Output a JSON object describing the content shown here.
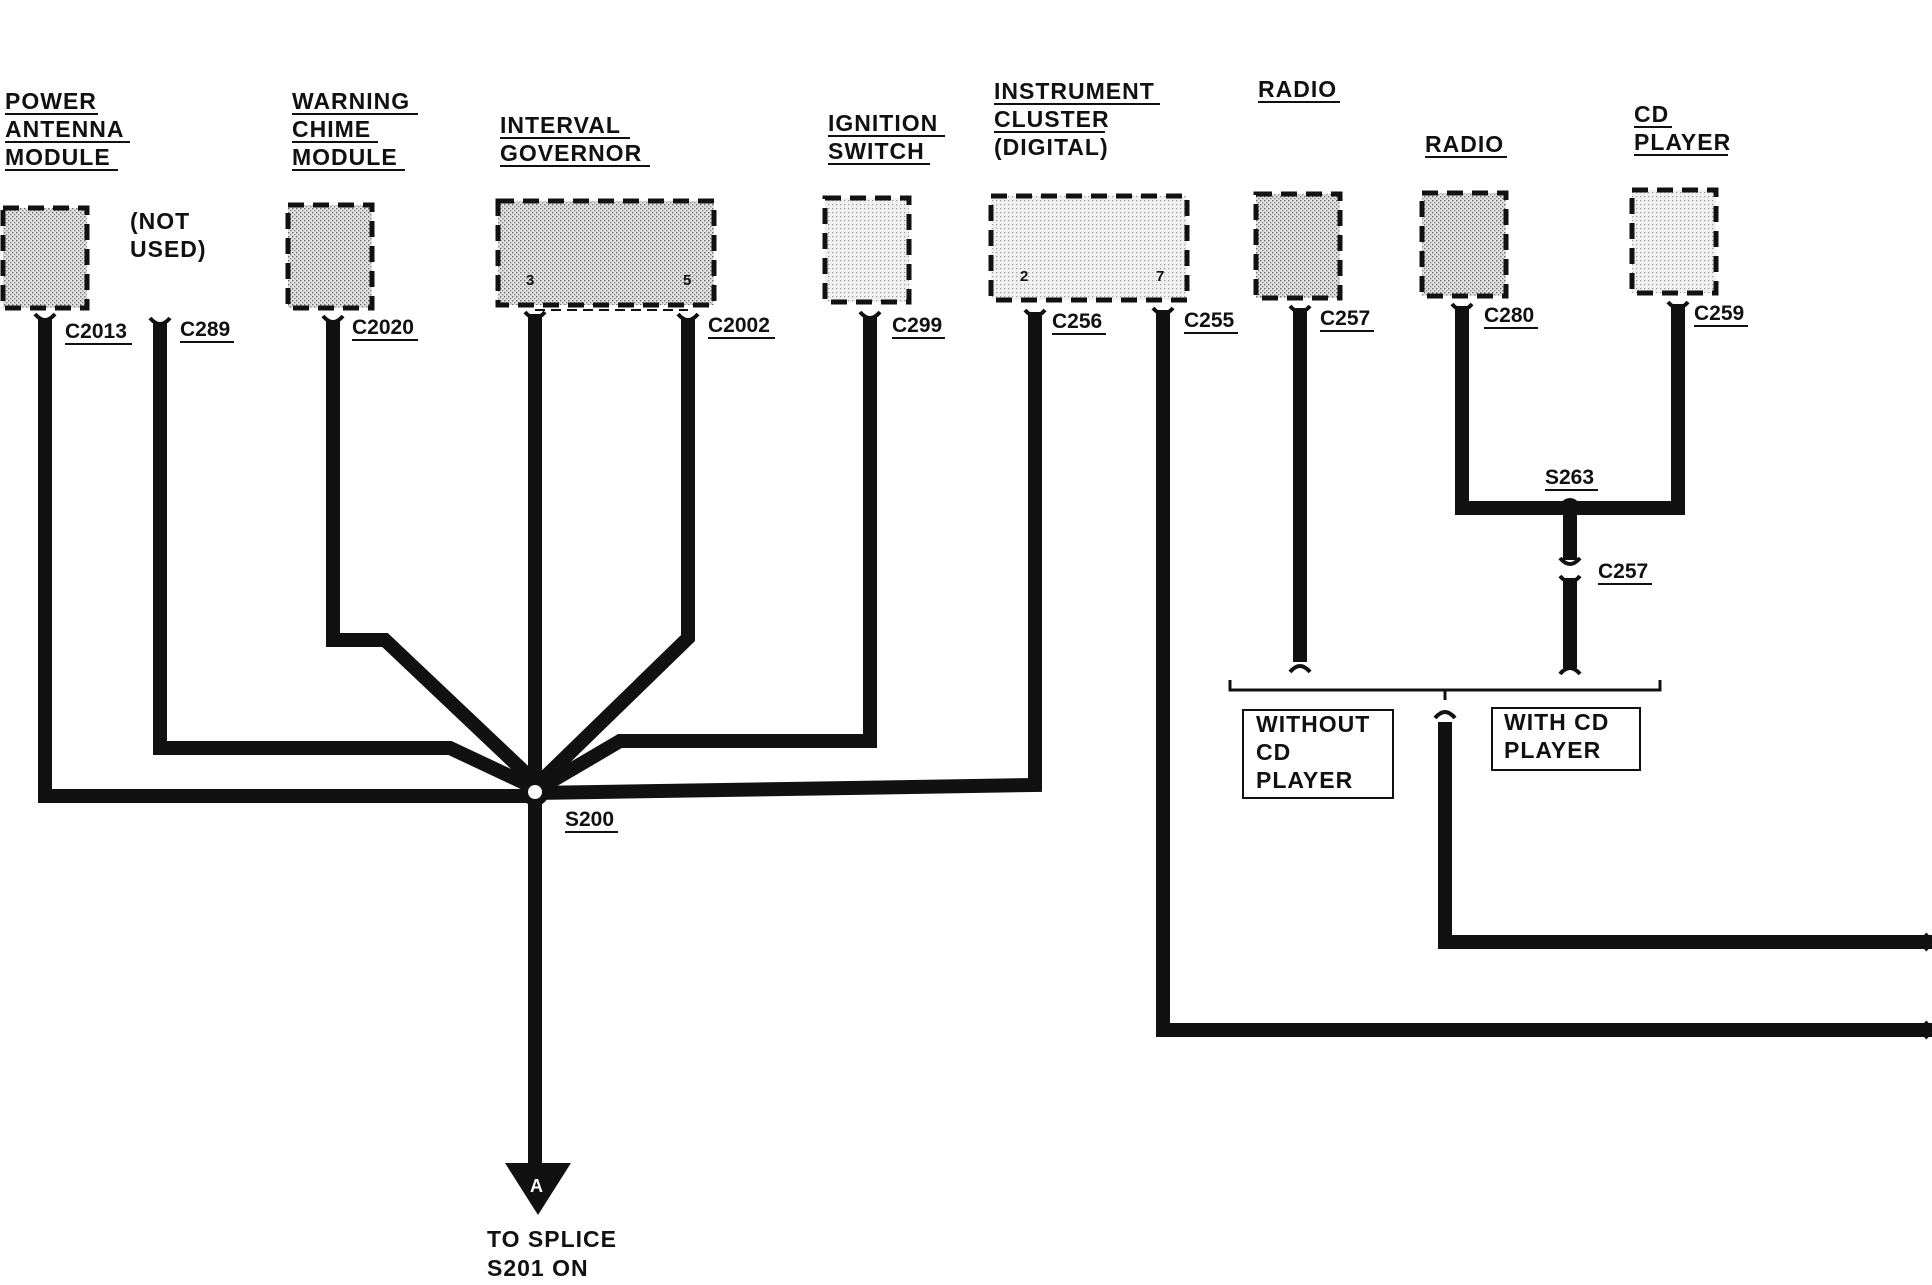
{
  "components": {
    "power_antenna_module": [
      "POWER",
      "ANTENNA",
      "MODULE"
    ],
    "not_used": [
      "(NOT",
      "USED)"
    ],
    "warning_chime_module": [
      "WARNING",
      "CHIME",
      "MODULE"
    ],
    "interval_governor": [
      "INTERVAL",
      "GOVERNOR"
    ],
    "ignition_switch": [
      "IGNITION",
      "SWITCH"
    ],
    "instrument_cluster": [
      "INSTRUMENT",
      "CLUSTER",
      "(DIGITAL)"
    ],
    "radio_1": "RADIO",
    "radio_2": "RADIO",
    "cd_player": [
      "CD",
      "PLAYER"
    ]
  },
  "connectors": {
    "c2013": "C2013",
    "c289": "C289",
    "c2020": "C2020",
    "c2002": "C2002",
    "c299": "C299",
    "c256": "C256",
    "c255": "C255",
    "c257_radio": "C257",
    "c280": "C280",
    "c259": "C259",
    "c257_inline": "C257"
  },
  "pins": {
    "governor_left": "3",
    "governor_right": "5",
    "cluster_left": "2",
    "cluster_right": "7"
  },
  "splices": {
    "s200": "S200",
    "s263": "S263"
  },
  "options": {
    "without_cd_player": [
      "WITHOUT",
      "CD",
      "PLAYER"
    ],
    "with_cd_player": [
      "WITH CD",
      "PLAYER"
    ]
  },
  "arrow": {
    "letter": "A",
    "caption": [
      "TO SPLICE",
      "S201 ON"
    ]
  }
}
